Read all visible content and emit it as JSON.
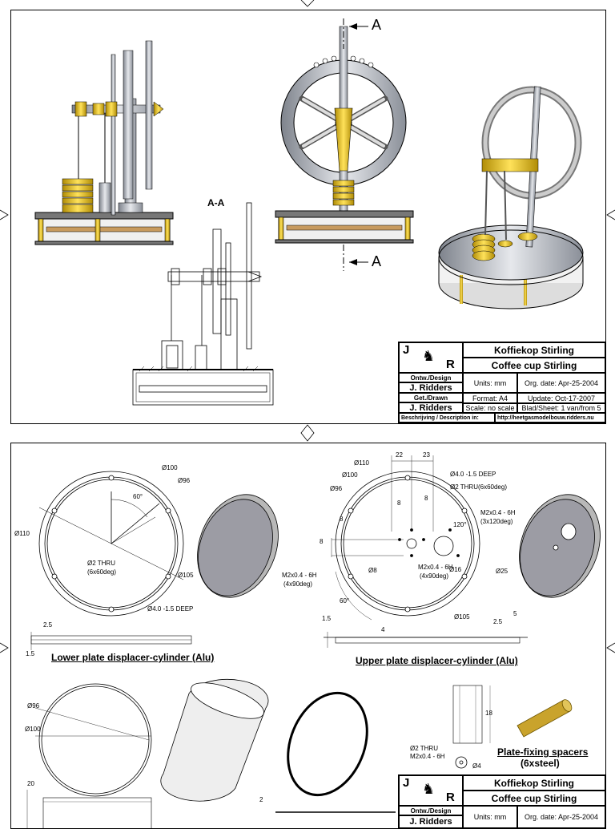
{
  "sheet1": {
    "section_label": "A-A",
    "cut_label_top": "A",
    "cut_label_bottom": "A",
    "title_block": {
      "logo_j": "J",
      "logo_r": "R",
      "title_nl": "Koffiekop Stirling",
      "title_en": "Coffee cup Stirling",
      "design_label": "Ontw./Design",
      "design_name": "J. Ridders",
      "drawn_label": "Get./Drawn",
      "drawn_name": "J. Ridders",
      "units": "Units: mm",
      "org_date": "Org. date: Apr-25-2004",
      "format": "Format: A4",
      "update": "Update: Oct-17-2007",
      "scale": "Scale: no scale",
      "sheet": "Blad/Sheet: 1 van/from 5",
      "desc_label": "Beschrijving / Description in:",
      "desc_url": "http://heetgasmodelbouw.ridders.nu"
    }
  },
  "sheet2": {
    "captions": {
      "lower_plate": "Lower plate displacer-cylinder (Alu)",
      "upper_plate": "Upper plate displacer-cylinder (Alu)",
      "spacers": "Plate-fixing spacers",
      "spacers_qty": "(6xsteel)"
    },
    "dims_lower": {
      "d100": "Ø100",
      "d96": "Ø96",
      "d110": "Ø110",
      "angle60": "60°",
      "thru": "Ø2 THRU",
      "thru_pattern": "(6x60deg)",
      "d105": "Ø105",
      "deep": "Ø4.0 -1.5 DEEP",
      "h25": "2.5",
      "h15": "1.5"
    },
    "dims_upper": {
      "d110": "Ø110",
      "d100": "Ø100",
      "d96": "Ø96",
      "w22": "22",
      "w23": "23",
      "deep": "Ø4.0 -1.5 DEEP",
      "thru": "Ø2 THRU(6x60deg)",
      "m2": "M2x0.4 - 6H",
      "m2_pattern": "(3x120deg)",
      "a120": "120°",
      "d16": "Ø16",
      "d25": "Ø25",
      "d8": "Ø8",
      "m2_4x": "M2x0.4 - 6H",
      "m2_4x_pattern": "(4x90deg)",
      "m2_4x_b": "M2x0.4 - 6H",
      "m2_4x_b_pattern": "(4x90deg)",
      "d105": "Ø105",
      "a60": "60°",
      "n8a": "8",
      "n8b": "8",
      "n8c": "8",
      "n8d": "8",
      "h15": "1.5",
      "h4": "4",
      "h25": "2.5",
      "h5": "5"
    },
    "dims_ring": {
      "d96": "Ø96",
      "d100": "Ø100",
      "h20": "20",
      "h2": "2"
    },
    "dims_spacer": {
      "l18": "18",
      "thru": "Ø2 THRU",
      "m2": "M2x0.4 - 6H",
      "d4": "Ø4"
    },
    "title_block": {
      "logo_j": "J",
      "logo_r": "R",
      "title_nl": "Koffiekop Stirling",
      "title_en": "Coffee cup Stirling",
      "design_label": "Ontw./Design",
      "design_name": "J. Ridders",
      "units": "Units: mm",
      "org_date": "Org. date: Apr-25-2004"
    }
  },
  "colors": {
    "brass": "#e8c21a",
    "steel": "#b8bcc4",
    "wood": "#c79a5e",
    "line": "#000000"
  }
}
